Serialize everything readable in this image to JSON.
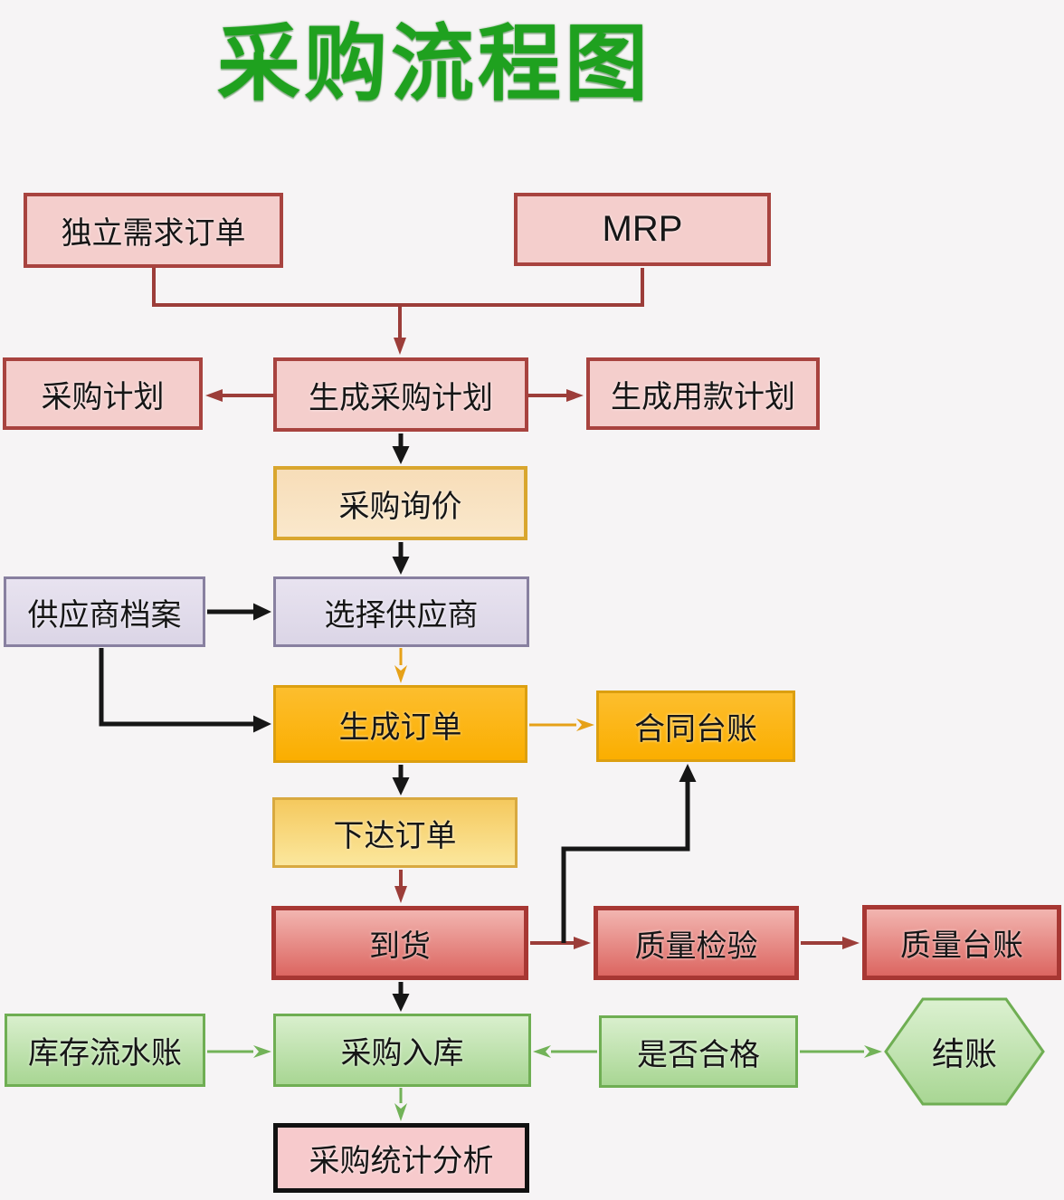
{
  "title": "采购流程图",
  "colors": {
    "background": "#F6F4F5",
    "title_green": "#1FA11F",
    "pink_fill": "#F4CECC",
    "pink_border": "#A8433F",
    "cream_fill": "#F7DDB8",
    "cream_border": "#D9A62E",
    "lavender_fill": "#E2DDEA",
    "lavender_border": "#8880A0",
    "amber_fill": "#FBB410",
    "amber_border": "#DC9F10",
    "gold_fill": "#F8D678",
    "gold_border": "#D8A940",
    "red_fill_top": "#F2B5B0",
    "red_fill_bottom": "#DC6661",
    "red_border": "#A73733",
    "green_fill_top": "#D9EFCD",
    "green_fill_bottom": "#A8D693",
    "green_border": "#6FAE53",
    "statistics_fill": "#F7CACC",
    "statistics_border": "#111111",
    "connector_red": "#9C3D39",
    "connector_black": "#161616",
    "connector_orange": "#E6A118",
    "connector_green": "#72B258"
  },
  "nodes": {
    "independent_demand_order": {
      "label": "独立需求订单"
    },
    "mrp": {
      "label": "MRP"
    },
    "purchase_plan": {
      "label": "采购计划"
    },
    "generate_purchase_plan": {
      "label": "生成采购计划"
    },
    "generate_payment_plan": {
      "label": "生成用款计划"
    },
    "purchase_inquiry": {
      "label": "采购询价"
    },
    "supplier_archive": {
      "label": "供应商档案"
    },
    "select_supplier": {
      "label": "选择供应商"
    },
    "generate_order": {
      "label": "生成订单"
    },
    "contract_ledger": {
      "label": "合同台账"
    },
    "release_order": {
      "label": "下达订单"
    },
    "goods_arrival": {
      "label": "到货"
    },
    "quality_inspection": {
      "label": "质量检验"
    },
    "quality_ledger": {
      "label": "质量台账"
    },
    "inventory_journal": {
      "label": "库存流水账"
    },
    "purchase_warehousing": {
      "label": "采购入库"
    },
    "qualified_check": {
      "label": "是否合格"
    },
    "settle_account": {
      "label": "结账"
    },
    "purchase_statistics": {
      "label": "采购统计分析"
    }
  }
}
